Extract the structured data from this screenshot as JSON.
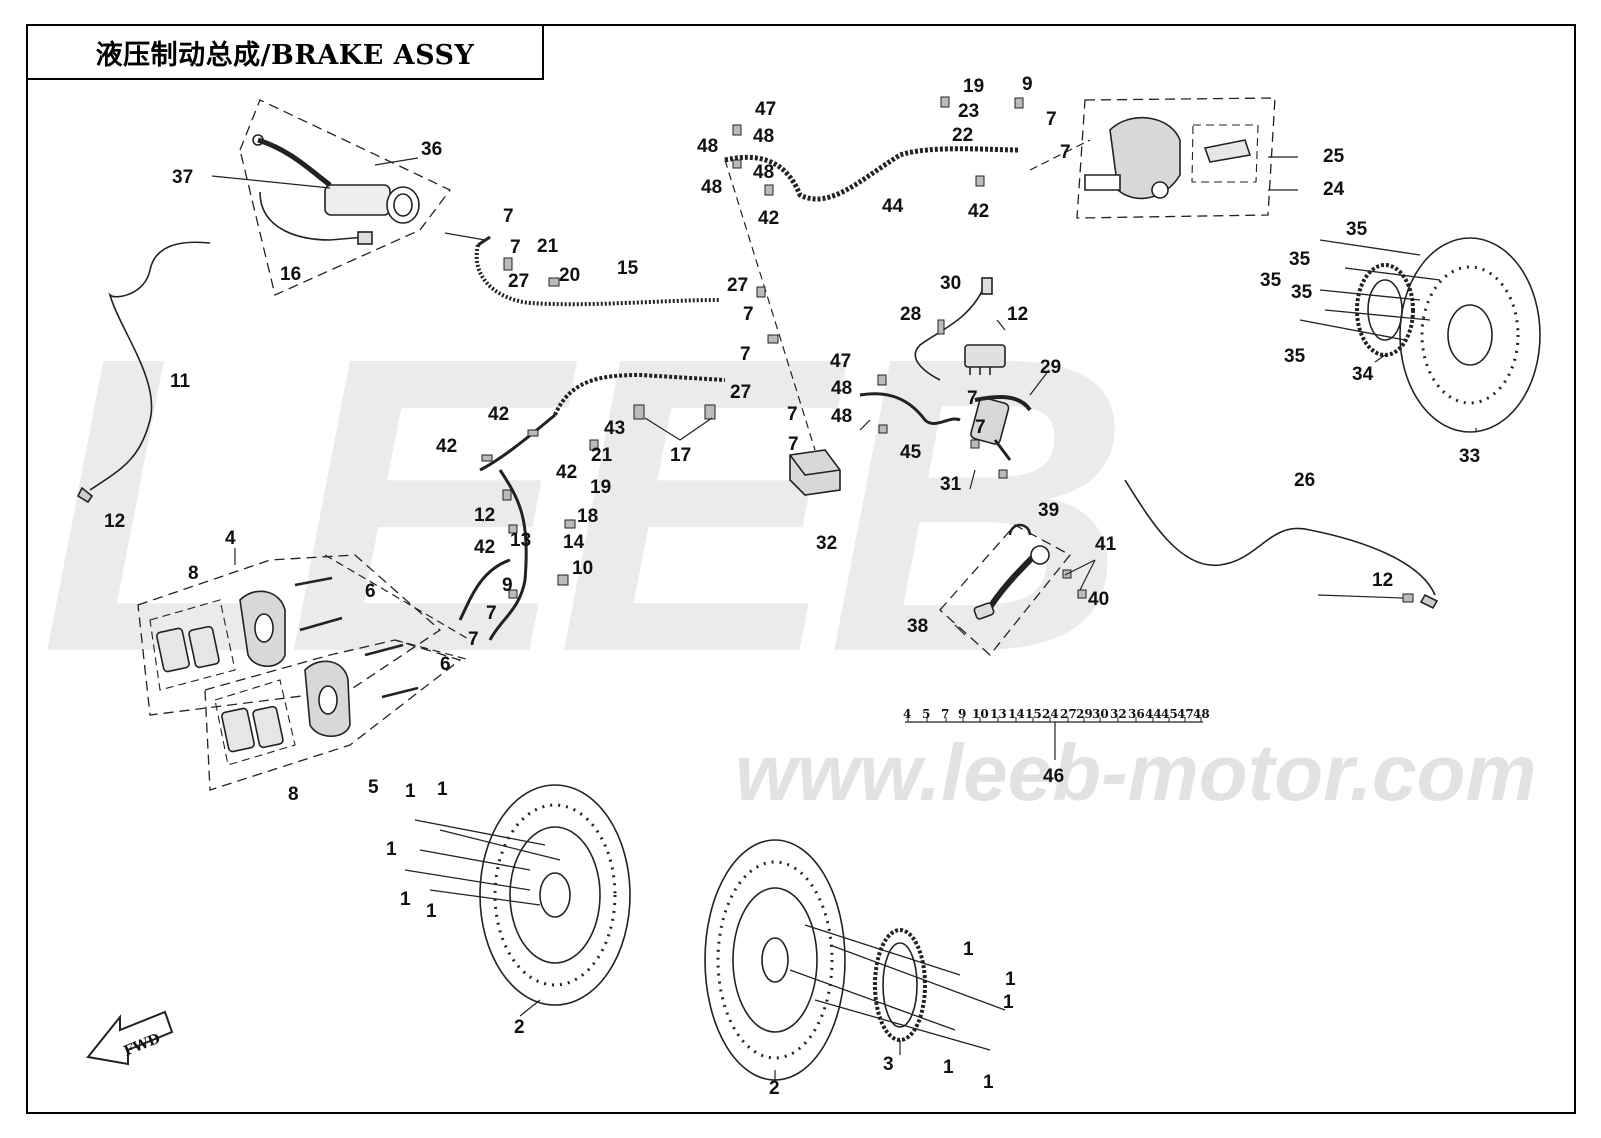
{
  "title": "液压制动总成/BRAKE ASSY",
  "watermark": {
    "brand": "LEEB",
    "url": "www.leeb-motor.com"
  },
  "fwd_label": "FWD",
  "kit": {
    "id": "46",
    "items": [
      "4",
      "5",
      "7",
      "9",
      "10",
      "13",
      "14",
      "15",
      "24",
      "27",
      "29",
      "30",
      "32",
      "36",
      "44",
      "45",
      "47",
      "48"
    ]
  },
  "small_tags": {
    "washer_48a": "48",
    "washer_48b": "48"
  },
  "callouts": [
    "1",
    "2",
    "3",
    "4",
    "5",
    "6",
    "7",
    "8",
    "9",
    "10",
    "11",
    "12",
    "13",
    "14",
    "15",
    "16",
    "17",
    "18",
    "19",
    "20",
    "21",
    "22",
    "23",
    "24",
    "25",
    "26",
    "27",
    "28",
    "29",
    "30",
    "31",
    "32",
    "33",
    "34",
    "35",
    "36",
    "37",
    "38",
    "39",
    "40",
    "41",
    "42",
    "43",
    "44",
    "45",
    "47",
    "48"
  ],
  "colors": {
    "line": "#222222",
    "watermark": "#d9d9d9",
    "dash": "#444444"
  }
}
